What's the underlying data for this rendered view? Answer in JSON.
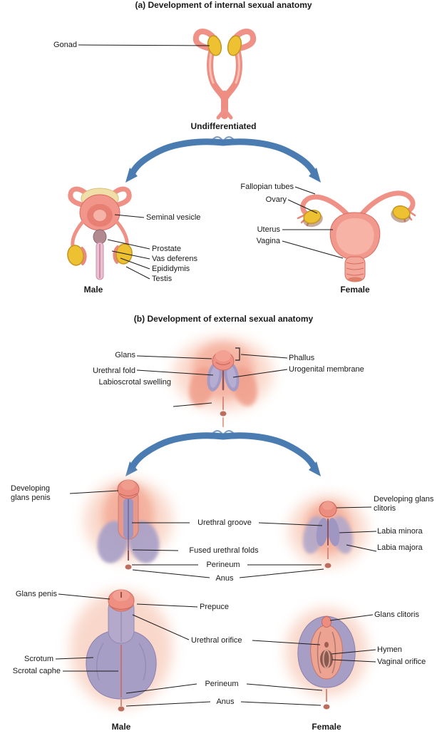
{
  "figure": {
    "section_a": {
      "title": "(a) Development of internal sexual anatomy",
      "gonad": "Gonad",
      "undifferentiated": "Undifferentiated",
      "male": {
        "seminal_vesicle": "Seminal vesicle",
        "prostate": "Prostate",
        "vas_deferens": "Vas deferens",
        "epididymis": "Epididymis",
        "testis": "Testis",
        "caption": "Male"
      },
      "female": {
        "fallopian_tubes": "Fallopian tubes",
        "ovary": "Ovary",
        "uterus": "Uterus",
        "vagina": "Vagina",
        "caption": "Female"
      }
    },
    "section_b": {
      "title": "(b) Development of external sexual anatomy",
      "undifferentiated": {
        "glans": "Glans",
        "urethral_fold": "Urethral fold",
        "labioscrotal_swelling": "Labioscrotal swelling",
        "phallus": "Phallus",
        "urogenital_membrane": "Urogenital membrane"
      },
      "developing": {
        "glans_penis": "Developing glans penis",
        "urethral_groove": "Urethral groove",
        "fused_urethral_folds": "Fused urethral folds",
        "perineum": "Perineum",
        "anus": "Anus",
        "glans_clitoris": "Developing glans clitoris",
        "labia_minora": "Labia minora",
        "labia_majora": "Labia majora"
      },
      "developed": {
        "glans_penis": "Glans penis",
        "prepuce": "Prepuce",
        "urethral_orifice": "Urethral orifice",
        "scrotum": "Scrotum",
        "scrotal_raphe": "Scrotal caphe",
        "glans_clitoris": "Glans clitoris",
        "hymen": "Hymen",
        "vaginal_orifice": "Vaginal orifice",
        "perineum": "Perineum",
        "anus": "Anus",
        "male_caption": "Male",
        "female_caption": "Female"
      }
    },
    "colors": {
      "anatomy_pink": "#ef9186",
      "gonad_yellow": "#eec133",
      "fold_purple": "#a39bc4",
      "arrow_blue": "#4a7cb2",
      "text": "#1a1a1a"
    }
  }
}
